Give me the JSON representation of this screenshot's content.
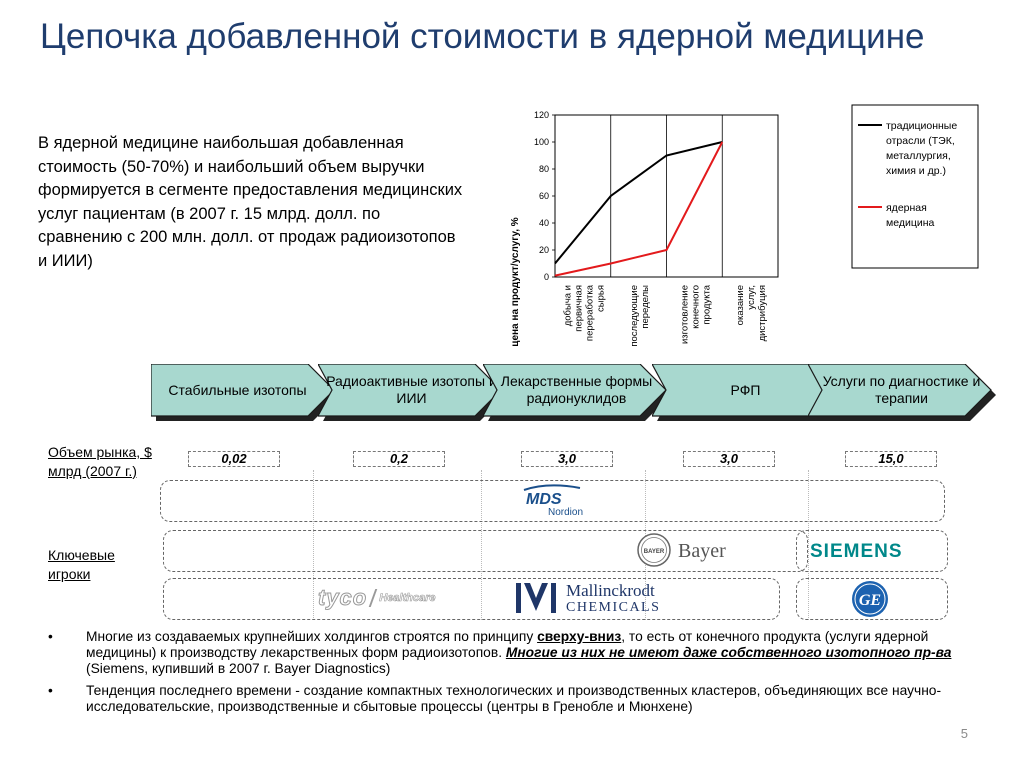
{
  "slide": {
    "title": "Цепочка добавленной стоимости в ядерной медицине",
    "intro": "В ядерной медицине наибольшая добавленная стоимость (50-70%) и наибольший объем выручки формируется в сегменте предоставления медицинских услуг пациентам (в 2007 г. 15 млрд. долл. по сравнению с 200 млн. долл. от продаж радиоизотопов и ИИИ)",
    "page_number": "5"
  },
  "chart_data": {
    "type": "line",
    "categories": [
      "добыча и первичная переработка сырья",
      "последующие переделы",
      "изготовление конечного продукта",
      "оказание услуг, дистрибуция"
    ],
    "category_lines": [
      [
        "добыча и",
        "первичная",
        "переработка",
        "сырья"
      ],
      [
        "последующие",
        "переделы"
      ],
      [
        "изготовление",
        "конечного",
        "продукта"
      ],
      [
        "оказание",
        "услуг,",
        "дистрибуция"
      ]
    ],
    "x": [
      0,
      1,
      2,
      3,
      4,
      5,
      6,
      7,
      8
    ],
    "series": [
      {
        "name": "традиционные отрасли (ТЭК, металлургия, химия и др.)",
        "name_lines": [
          "традиционные",
          "отрасли (ТЭК,",
          "металлургия,",
          "химия и др.)"
        ],
        "color": "#000000",
        "values": [
          10,
          null,
          60,
          null,
          90,
          null,
          100,
          null,
          null
        ]
      },
      {
        "name": "ядерная медицина",
        "name_lines": [
          "ядерная",
          "медицина"
        ],
        "color": "#e31a1c",
        "values": [
          1,
          null,
          10,
          null,
          20,
          null,
          100,
          null,
          null
        ]
      }
    ],
    "ylabel": "цена на продукт/услугу, %",
    "ylim": [
      0,
      120
    ],
    "yticks": [
      0,
      20,
      40,
      60,
      80,
      100,
      120
    ],
    "grid": "vertical",
    "legend": "right"
  },
  "chain": {
    "fill": "#a8d8cf",
    "stages": [
      {
        "label": "Стабильные изотопы"
      },
      {
        "label": "Радиоактивные изотопы и ИИИ"
      },
      {
        "label": "Лекарственные формы радионуклидов"
      },
      {
        "label": "РФП"
      },
      {
        "label": "Услуги по диагностике и терапии"
      }
    ]
  },
  "market": {
    "label": "Объем рынка, $ млрд (2007 г.)",
    "values": [
      "0,02",
      "0,2",
      "3,0",
      "3,0",
      "15,0"
    ]
  },
  "players": {
    "label": "Ключевые игроки",
    "mds": {
      "text": "MDS",
      "sub": "Nordion",
      "color": "#1a4f8b"
    },
    "bayer": {
      "text": "Bayer",
      "cross": "BAYER",
      "color": "#555555"
    },
    "siemens": {
      "text": "SIEMENS",
      "color": "#00888a"
    },
    "tyco": {
      "text": "tyco",
      "sub": "Healthcare",
      "color": "#9a9a9a"
    },
    "mallinckrodt": {
      "line1": "Mallinckrodt",
      "line2": "CHEMICALS",
      "color": "#1f3668"
    },
    "ge": {
      "text": "GE",
      "color": "#1c62b0"
    }
  },
  "bullets": [
    {
      "text1": "Многие из создаваемых крупнейших холдингов строятся по принципу ",
      "em1": "сверху-вниз",
      "text2": ", то есть от конечного продукта (услуги ядерной медицины) к производству лекарственных форм радиоизотопов. ",
      "em2": "Многие из них не имеют даже собственного изотопного пр-ва",
      "text3": " (Siemens, купивший в 2007 г. Bayer Diagnostics)"
    },
    {
      "text1": "Тенденция последнего времени - создание компактных технологических и производственных кластеров, объединяющих все научно-исследовательские, производственные и сбытовые процессы (центры в Гренобле и Мюнхене)"
    }
  ],
  "icons": {
    "bullet": "•"
  }
}
